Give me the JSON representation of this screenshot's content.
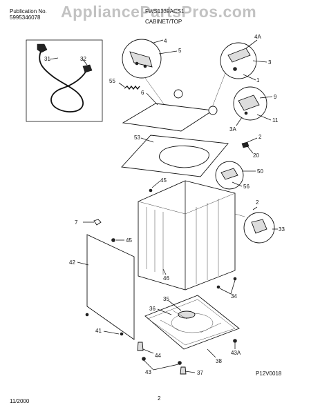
{
  "header": {
    "publication_label": "Publication No.",
    "publication_number": "5995346078",
    "model": "FWS1339ACS1",
    "section": "CABINET/TOP",
    "watermark": "AppliancePartsPros.com"
  },
  "diagram": {
    "code": "P12V0018",
    "callouts": {
      "c4": "4",
      "c5": "5",
      "c4a": "4A",
      "c3": "3",
      "c1": "1",
      "c31": "31",
      "c32": "32",
      "c55": "55",
      "c6": "6",
      "c9": "9",
      "c11": "11",
      "c3a": "3A",
      "c2a": "2",
      "c20": "20",
      "c53": "53",
      "c50": "50",
      "c56": "56",
      "c45a": "45",
      "c7": "7",
      "c45b": "45",
      "c2b": "2",
      "c33": "33",
      "c42": "42",
      "c46": "46",
      "c34": "34",
      "c35": "35",
      "c36": "36",
      "c41": "41",
      "c44": "44",
      "c38": "38",
      "c43a": "43A",
      "c43": "43",
      "c37": "37"
    }
  },
  "footer": {
    "date": "11/2000",
    "page": "2"
  }
}
